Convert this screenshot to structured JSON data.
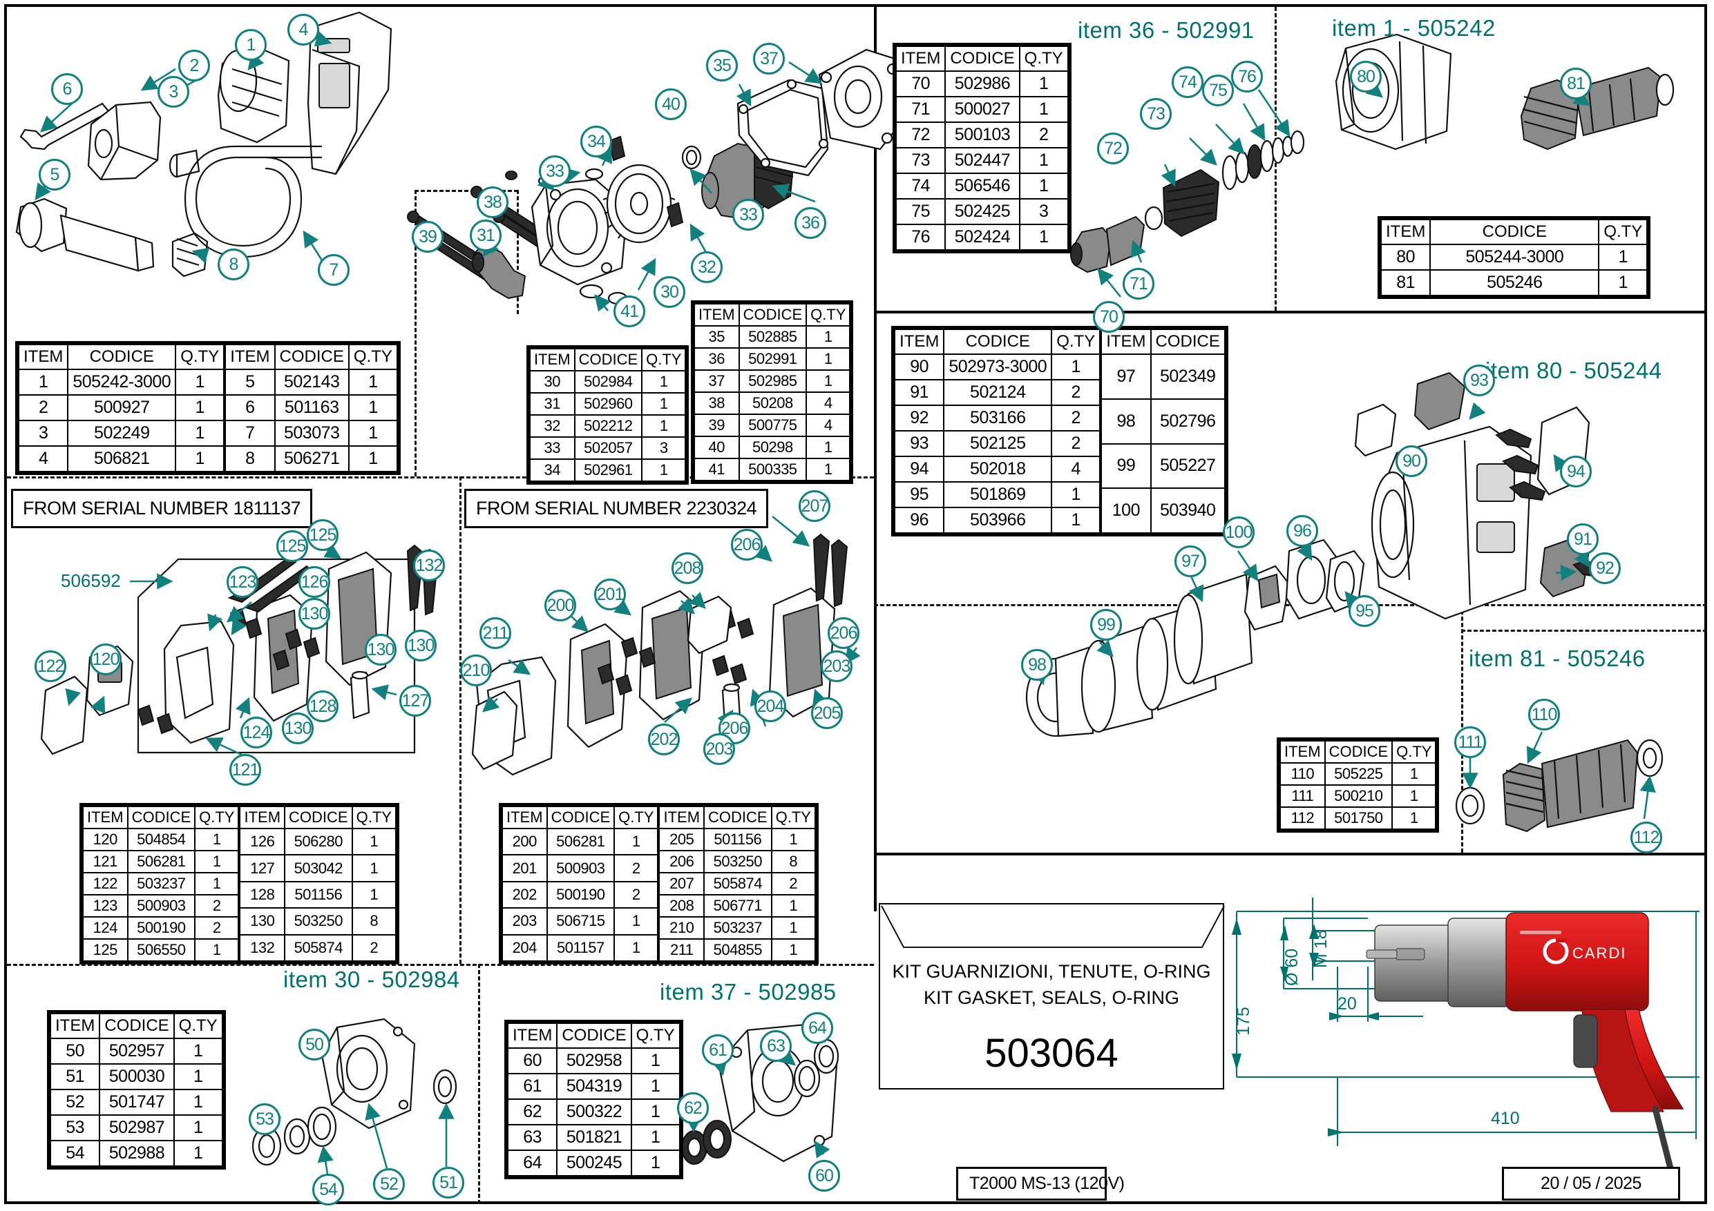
{
  "sheet": {
    "title_block": {
      "name_it": "KIT GUARNIZIONI, TENUTE, O-RING",
      "name_en": "KIT GASKET, SEALS, O-RING",
      "code": "503064"
    },
    "footer": {
      "model": "T2000 MS-13 (120V)",
      "date": "20 / 05 / 2025"
    },
    "dimensions": {
      "diameter": "Ø 60",
      "thread": "M 18",
      "shank": "20",
      "height": "175",
      "length": "410"
    },
    "serial_notes": [
      "FROM SERIAL NUMBER 1811137",
      "FROM SERIAL NUMBER 2230324"
    ],
    "callout_code": "506592",
    "section_headings": [
      "item 36 - 502991",
      "item 1 - 505242",
      "item 80 - 505244",
      "item 81 - 505246",
      "item 30 - 502984",
      "item 37 - 502985"
    ],
    "table_headers": {
      "item": "ITEM",
      "codice": "CODICE",
      "qty": "Q.TY"
    }
  },
  "tables": {
    "main_1_8": {
      "left": [
        [
          "1",
          "505242-3000",
          "1"
        ],
        [
          "2",
          "500927",
          "1"
        ],
        [
          "3",
          "502249",
          "1"
        ],
        [
          "4",
          "506821",
          "1"
        ]
      ],
      "right": [
        [
          "5",
          "502143",
          "1"
        ],
        [
          "6",
          "501163",
          "1"
        ],
        [
          "7",
          "503073",
          "1"
        ],
        [
          "8",
          "506271",
          "1"
        ]
      ]
    },
    "gear_30_34": {
      "rows": [
        [
          "30",
          "502984",
          "1"
        ],
        [
          "31",
          "502960",
          "1"
        ],
        [
          "32",
          "502212",
          "1"
        ],
        [
          "33",
          "502057",
          "3"
        ],
        [
          "34",
          "502961",
          "1"
        ]
      ]
    },
    "gear_35_41": {
      "rows": [
        [
          "35",
          "502885",
          "1"
        ],
        [
          "36",
          "502991",
          "1"
        ],
        [
          "37",
          "502985",
          "1"
        ],
        [
          "38",
          "50208",
          "4"
        ],
        [
          "39",
          "500775",
          "4"
        ],
        [
          "40",
          "50298",
          "1"
        ],
        [
          "41",
          "500335",
          "1"
        ]
      ]
    },
    "spindle_70_76": {
      "rows": [
        [
          "70",
          "502986",
          "1"
        ],
        [
          "71",
          "500027",
          "1"
        ],
        [
          "72",
          "500103",
          "2"
        ],
        [
          "73",
          "502447",
          "1"
        ],
        [
          "74",
          "506546",
          "1"
        ],
        [
          "75",
          "502425",
          "3"
        ],
        [
          "76",
          "502424",
          "1"
        ]
      ]
    },
    "motor_80_81": {
      "rows": [
        [
          "80",
          "505244-3000",
          "1"
        ],
        [
          "81",
          "505246",
          "1"
        ]
      ]
    },
    "housing_90_100": {
      "left": [
        [
          "90",
          "502973-3000",
          "1"
        ],
        [
          "91",
          "502124",
          "2"
        ],
        [
          "92",
          "503166",
          "2"
        ],
        [
          "93",
          "502125",
          "2"
        ],
        [
          "94",
          "502018",
          "4"
        ],
        [
          "95",
          "501869",
          "1"
        ],
        [
          "96",
          "503966",
          "1"
        ]
      ],
      "right": [
        [
          "97",
          "502349",
          "1"
        ],
        [
          "98",
          "502796",
          "1"
        ],
        [
          "99",
          "505227",
          "1"
        ],
        [
          "100",
          "503940",
          "1"
        ]
      ]
    },
    "switch_120_132": {
      "left": [
        [
          "120",
          "504854",
          "1"
        ],
        [
          "121",
          "506281",
          "1"
        ],
        [
          "122",
          "503237",
          "1"
        ],
        [
          "123",
          "500903",
          "2"
        ],
        [
          "124",
          "500190",
          "2"
        ],
        [
          "125",
          "506550",
          "1"
        ]
      ],
      "right": [
        [
          "126",
          "506280",
          "1"
        ],
        [
          "127",
          "503042",
          "1"
        ],
        [
          "128",
          "501156",
          "1"
        ],
        [
          "130",
          "503250",
          "8"
        ],
        [
          "132",
          "505874",
          "2"
        ]
      ]
    },
    "switch_200_211": {
      "left": [
        [
          "200",
          "506281",
          "1"
        ],
        [
          "201",
          "500903",
          "2"
        ],
        [
          "202",
          "500190",
          "2"
        ],
        [
          "203",
          "506715",
          "1"
        ],
        [
          "204",
          "501157",
          "1"
        ]
      ],
      "right": [
        [
          "205",
          "501156",
          "1"
        ],
        [
          "206",
          "503250",
          "8"
        ],
        [
          "207",
          "505874",
          "2"
        ],
        [
          "208",
          "506771",
          "1"
        ],
        [
          "210",
          "503237",
          "1"
        ],
        [
          "211",
          "504855",
          "1"
        ]
      ]
    },
    "flange_50_54": {
      "rows": [
        [
          "50",
          "502957",
          "1"
        ],
        [
          "51",
          "500030",
          "1"
        ],
        [
          "52",
          "501747",
          "1"
        ],
        [
          "53",
          "502987",
          "1"
        ],
        [
          "54",
          "502988",
          "1"
        ]
      ]
    },
    "cover_60_64": {
      "rows": [
        [
          "60",
          "502958",
          "1"
        ],
        [
          "61",
          "504319",
          "1"
        ],
        [
          "62",
          "500322",
          "1"
        ],
        [
          "63",
          "501821",
          "1"
        ],
        [
          "64",
          "500245",
          "1"
        ]
      ]
    },
    "rotor_110_112": {
      "rows": [
        [
          "110",
          "505225",
          "1"
        ],
        [
          "111",
          "500210",
          "1"
        ],
        [
          "112",
          "501750",
          "1"
        ]
      ]
    }
  },
  "balloons": {
    "group_top_left": [
      "1",
      "2",
      "3",
      "4",
      "5",
      "6",
      "7",
      "8"
    ],
    "group_gear_left": [
      "30",
      "31",
      "32",
      "33",
      "33",
      "34",
      "38",
      "39",
      "41"
    ],
    "group_gear_right": [
      "35",
      "36",
      "37",
      "40",
      "32"
    ],
    "group_spindle": [
      "70",
      "71",
      "72",
      "73",
      "74",
      "75",
      "76"
    ],
    "group_motor": [
      "80",
      "81"
    ],
    "group_housing": [
      "90",
      "91",
      "92",
      "93",
      "94",
      "95",
      "96",
      "97",
      "98",
      "99",
      "100"
    ],
    "group_switch_a": [
      "120",
      "121",
      "122",
      "123",
      "124",
      "125",
      "125",
      "126",
      "127",
      "128",
      "130",
      "130",
      "130",
      "132"
    ],
    "group_switch_b": [
      "200",
      "201",
      "202",
      "203",
      "204",
      "205",
      "206",
      "206",
      "207",
      "208",
      "210",
      "211"
    ],
    "group_flange": [
      "50",
      "51",
      "52",
      "53",
      "54"
    ],
    "group_cover": [
      "60",
      "61",
      "62",
      "63",
      "64"
    ],
    "group_rotor": [
      "110",
      "111",
      "112"
    ]
  },
  "brand": {
    "logo_text": "CARDI"
  }
}
